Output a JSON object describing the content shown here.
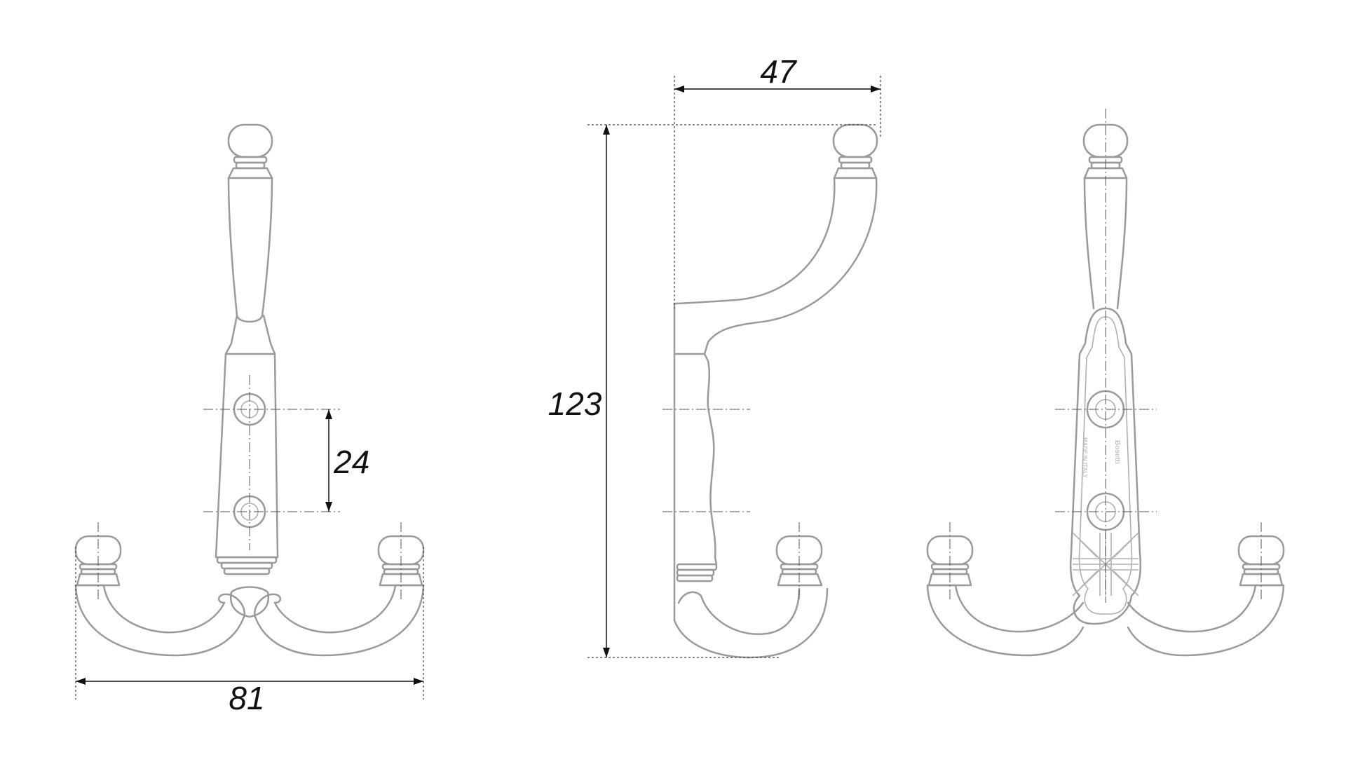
{
  "dimensions": {
    "overall_width": "81",
    "hole_spacing": "24",
    "overall_height": "123",
    "projection_depth": "47"
  },
  "back_markings": {
    "brand": "Bosetti",
    "origin": "MADE IN ITALY"
  },
  "colors": {
    "outline": "#9a9a9a",
    "dimension": "#111111",
    "background": "#ffffff"
  }
}
